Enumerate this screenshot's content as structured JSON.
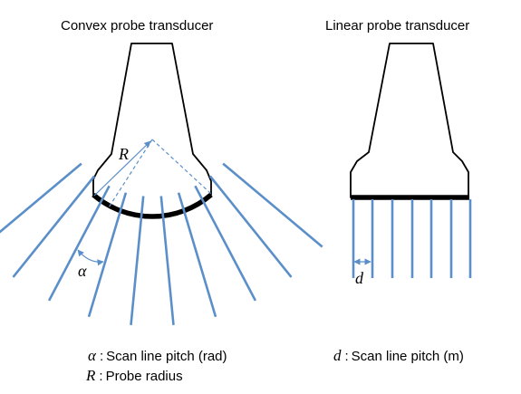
{
  "convex": {
    "title": "Convex probe transducer",
    "radius_symbol": "R",
    "pitch_symbol": "α"
  },
  "linear": {
    "title": "Linear probe transducer",
    "pitch_symbol": "d"
  },
  "legend": {
    "alpha_symbol": "α",
    "alpha_text": "Scan line pitch (rad)",
    "r_symbol": "R",
    "r_text": "Probe radius",
    "d_symbol": "d",
    "d_text": "Scan line pitch (m)",
    "separator": ":"
  },
  "colors": {
    "scan_line": "#5b8fc9",
    "outline": "#000000",
    "transducer_face": "#000000"
  }
}
